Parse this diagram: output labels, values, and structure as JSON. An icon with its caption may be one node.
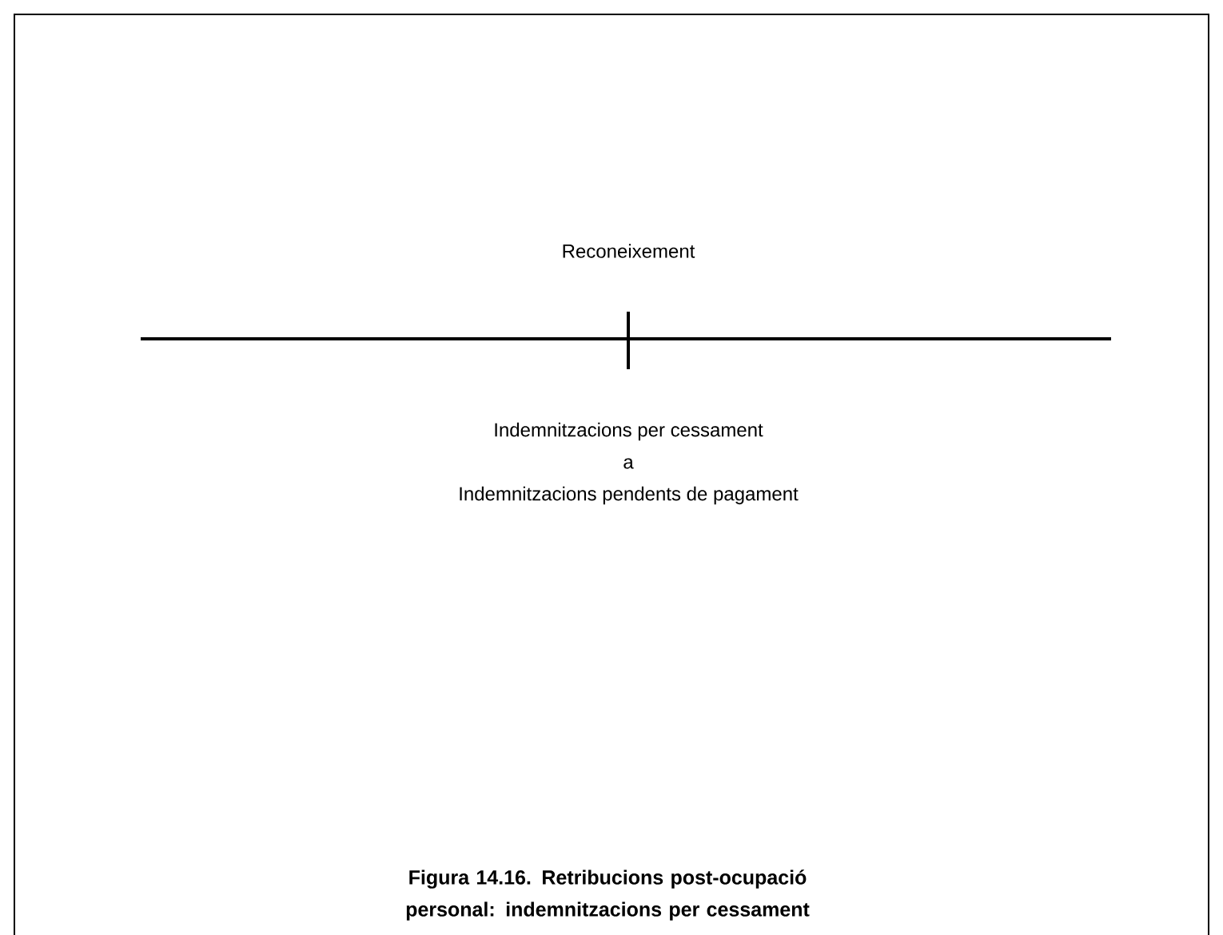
{
  "diagram": {
    "caption": "Figura 14.16. Retribucions post-ocupació personal: indemnitzacions per cessament",
    "labels": [
      "Reconeixement",
      "Indemnitzacions per cessament",
      "a",
      "Indemnitzacions pendents de pagament"
    ]
  }
}
